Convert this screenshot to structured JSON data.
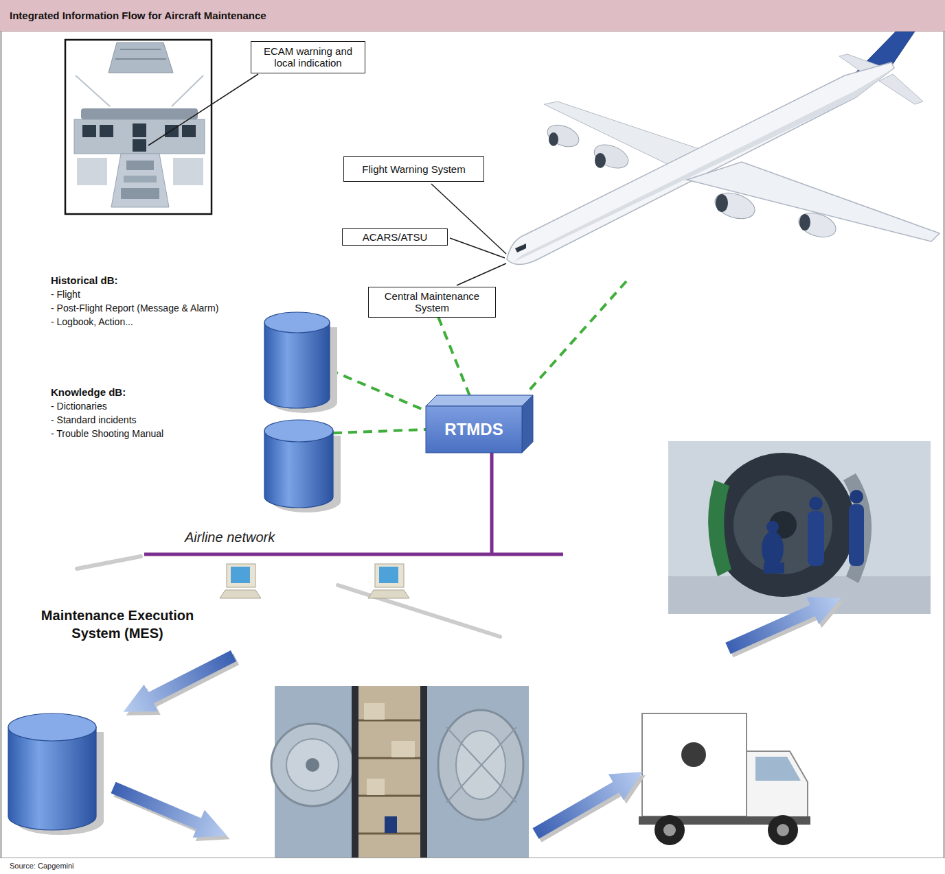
{
  "diagram": {
    "title": "Integrated Information Flow for Aircraft Maintenance",
    "caption": "Source: Capgemini",
    "nodes": [
      {
        "text": [
          "ECAM warning and local indication"
        ]
      },
      {
        "text": [
          "Flight Warning System"
        ]
      },
      {
        "text": [
          "ACARS/ATSU"
        ]
      },
      {
        "text": [
          "Historical dB:",
          "- Flight",
          "- Post-Flight Report (Message & Alarm)",
          "- Logbook, Action..."
        ]
      },
      {
        "text": [
          "Central Maintenance System"
        ]
      },
      {
        "text": [
          "Knowledge dB:",
          "- Dictionaries",
          "- Standard incidents",
          "- Trouble Shooting Manual"
        ]
      },
      {
        "text": [
          "RTMDS"
        ]
      },
      {
        "text": [
          "Maintenance Execution System (MES)"
        ]
      }
    ],
    "edges": [
      {
        "from": 3,
        "to": 6,
        "arrow": "none"
      },
      {
        "from": 5,
        "to": 6,
        "arrow": "none"
      },
      {
        "from": 4,
        "to": 6,
        "arrow": "none"
      }
    ],
    "labels": [
      "Airline network"
    ]
  }
}
